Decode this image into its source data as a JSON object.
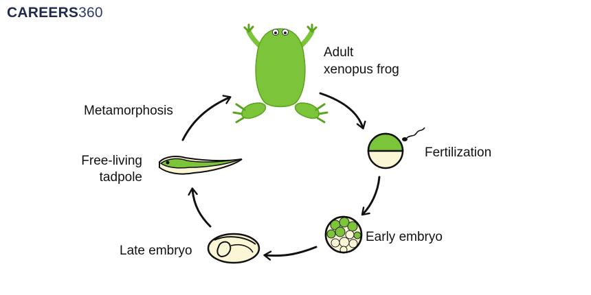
{
  "brand": {
    "word": "CAREERS",
    "number": "360"
  },
  "colors": {
    "frog_green": "#7cc43a",
    "frog_dark": "#5aa31c",
    "egg_cream": "#fbf6d6",
    "outline": "#111111",
    "brand_navy": "#1f2a4d"
  },
  "stages": {
    "adult": [
      "Adult",
      "xenopus frog"
    ],
    "fertilization": "Fertilization",
    "early_embryo": "Early embryo",
    "late_embryo": "Late embryo",
    "tadpole": [
      "Free-living",
      "tadpole"
    ],
    "metamorphosis": "Metamorphosis"
  },
  "icons": [
    "frog-icon",
    "fertilized-egg-icon",
    "sperm-icon",
    "early-embryo-icon",
    "late-embryo-icon",
    "tadpole-icon"
  ]
}
